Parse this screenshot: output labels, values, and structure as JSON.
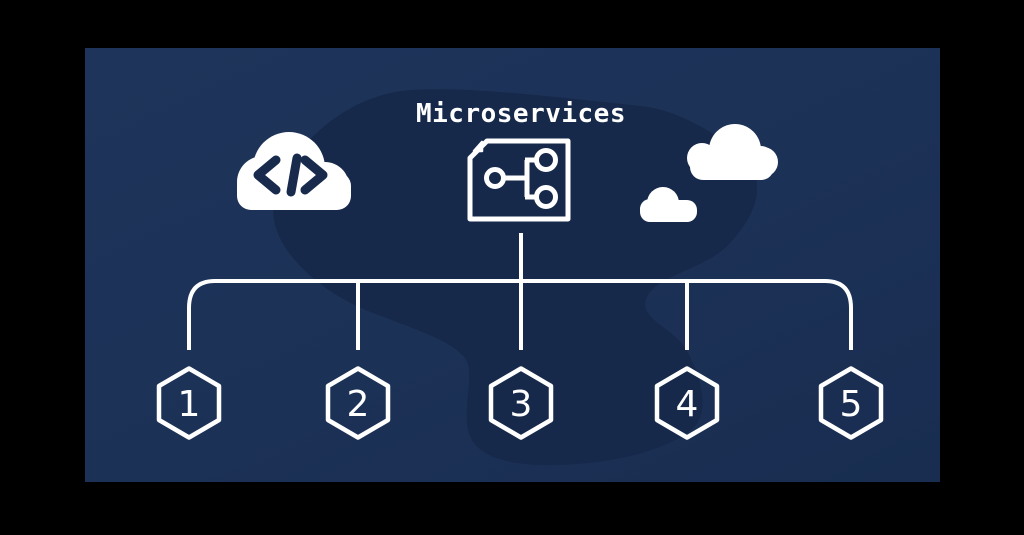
{
  "title": "Microservices",
  "colors": {
    "canvas_background": "#000000",
    "panel_background": "#1c3156",
    "panel_blob": "#16294a",
    "foreground": "#ffffff"
  },
  "icons": {
    "code_cloud": "cloud with </> code glyph",
    "code_glyph": "</>",
    "document_tree": "document sheet with folded corner and service-tree nodes",
    "cloud_large": "plain cloud",
    "cloud_small": "plain cloud",
    "node_shape": "hexagon outline"
  },
  "services": [
    {
      "label": "1"
    },
    {
      "label": "2"
    },
    {
      "label": "3"
    },
    {
      "label": "4"
    },
    {
      "label": "5"
    }
  ]
}
